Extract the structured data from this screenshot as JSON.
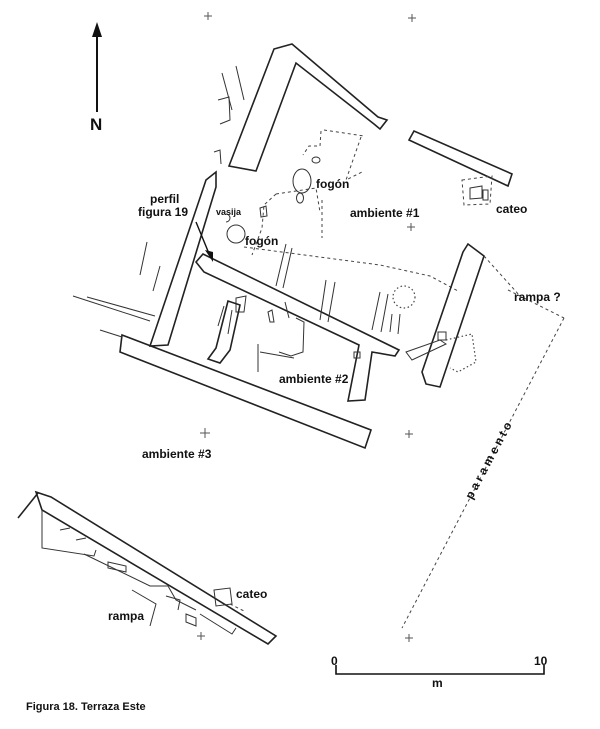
{
  "north_label": "N",
  "labels": {
    "perfil": "perfil",
    "figura": "figura 19",
    "vasija": "vasija",
    "fogon_1": "fogón",
    "fogon_2": "fogón",
    "ambiente_1": "ambiente #1",
    "ambiente_2": "ambiente #2",
    "ambiente_3": "ambiente #3",
    "cateo_1": "cateo",
    "cateo_2": "cateo",
    "rampa_1": "rampa ?",
    "rampa_2": "rampa",
    "paramento": "paramento"
  },
  "scale": {
    "start": "0",
    "end": "10",
    "unit": "m"
  },
  "caption": "Figura 18. Terraza Este"
}
